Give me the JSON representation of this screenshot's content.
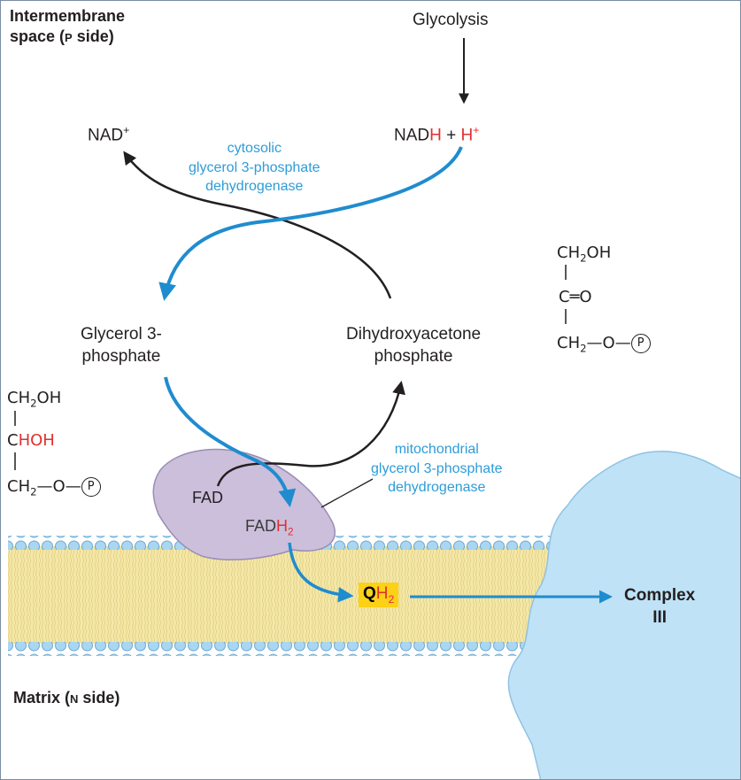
{
  "regions": {
    "intermembrane_line1": "Intermembrane",
    "intermembrane_line2_a": "space (",
    "intermembrane_line2_p": "P",
    "intermembrane_line2_b": " side)",
    "matrix_a": "Matrix (",
    "matrix_n": "N",
    "matrix_b": " side)"
  },
  "molecules": {
    "glycolysis": "Glycolysis",
    "nad": "NAD",
    "nad_charge": "+",
    "nadh_base": "NAD",
    "nadh_h": "H",
    "plus": " + ",
    "h": "H",
    "h_charge": "+",
    "glycerol_line1": "Glycerol 3-",
    "glycerol_line2": "phosphate",
    "dhap_line1": "Dihydroxyacetone",
    "dhap_line2": "phosphate",
    "fad": "FAD",
    "fadh2_base": "FAD",
    "fadh2_h": "H",
    "fadh2_sub": "2",
    "qh2_q": "Q",
    "qh2_h": "H",
    "qh2_sub": "2",
    "complex_line1": "Complex",
    "complex_line2": "III"
  },
  "enzymes": {
    "cytosolic_line1": "cytosolic",
    "cytosolic_line2": "glycerol 3-phosphate",
    "cytosolic_line3": "dehydrogenase",
    "mito_line1": "mitochondrial",
    "mito_line2": "glycerol 3-phosphate",
    "mito_line3": "dehydrogenase"
  },
  "structures": {
    "g3p_row1_a": "CH",
    "g3p_row1_sub": "2",
    "g3p_row1_b": "OH",
    "g3p_row2_c": "C",
    "g3p_row2_hoh": "HOH",
    "g3p_row3_a": "CH",
    "g3p_row3_sub": "2",
    "g3p_row3_b": "—O—",
    "g3p_phosphate": "P",
    "dhap_row1_a": "CH",
    "dhap_row1_sub": "2",
    "dhap_row1_b": "OH",
    "dhap_row2": "C═O",
    "dhap_row3_a": "CH",
    "dhap_row3_sub": "2",
    "dhap_row3_b": "—O—",
    "dhap_phosphate": "P"
  },
  "colors": {
    "blue_arrow": "#1f8ccf",
    "enzyme_text": "#2d9cd8",
    "highlight_red": "#e0312f",
    "membrane_fill": "#f4e7a6",
    "lipid_head": "#a9d7f2",
    "complex_iii": "#bfe2f6",
    "enzyme_blob": "#cbbfdc",
    "qh2_highlight": "#fcd116"
  },
  "icons": [
    "arrow-glycolysis",
    "arrow-nad-black",
    "arrow-blue-nadh",
    "arrow-dhap",
    "arrow-fad-blue",
    "arrow-qh2",
    "arrow-complex"
  ]
}
